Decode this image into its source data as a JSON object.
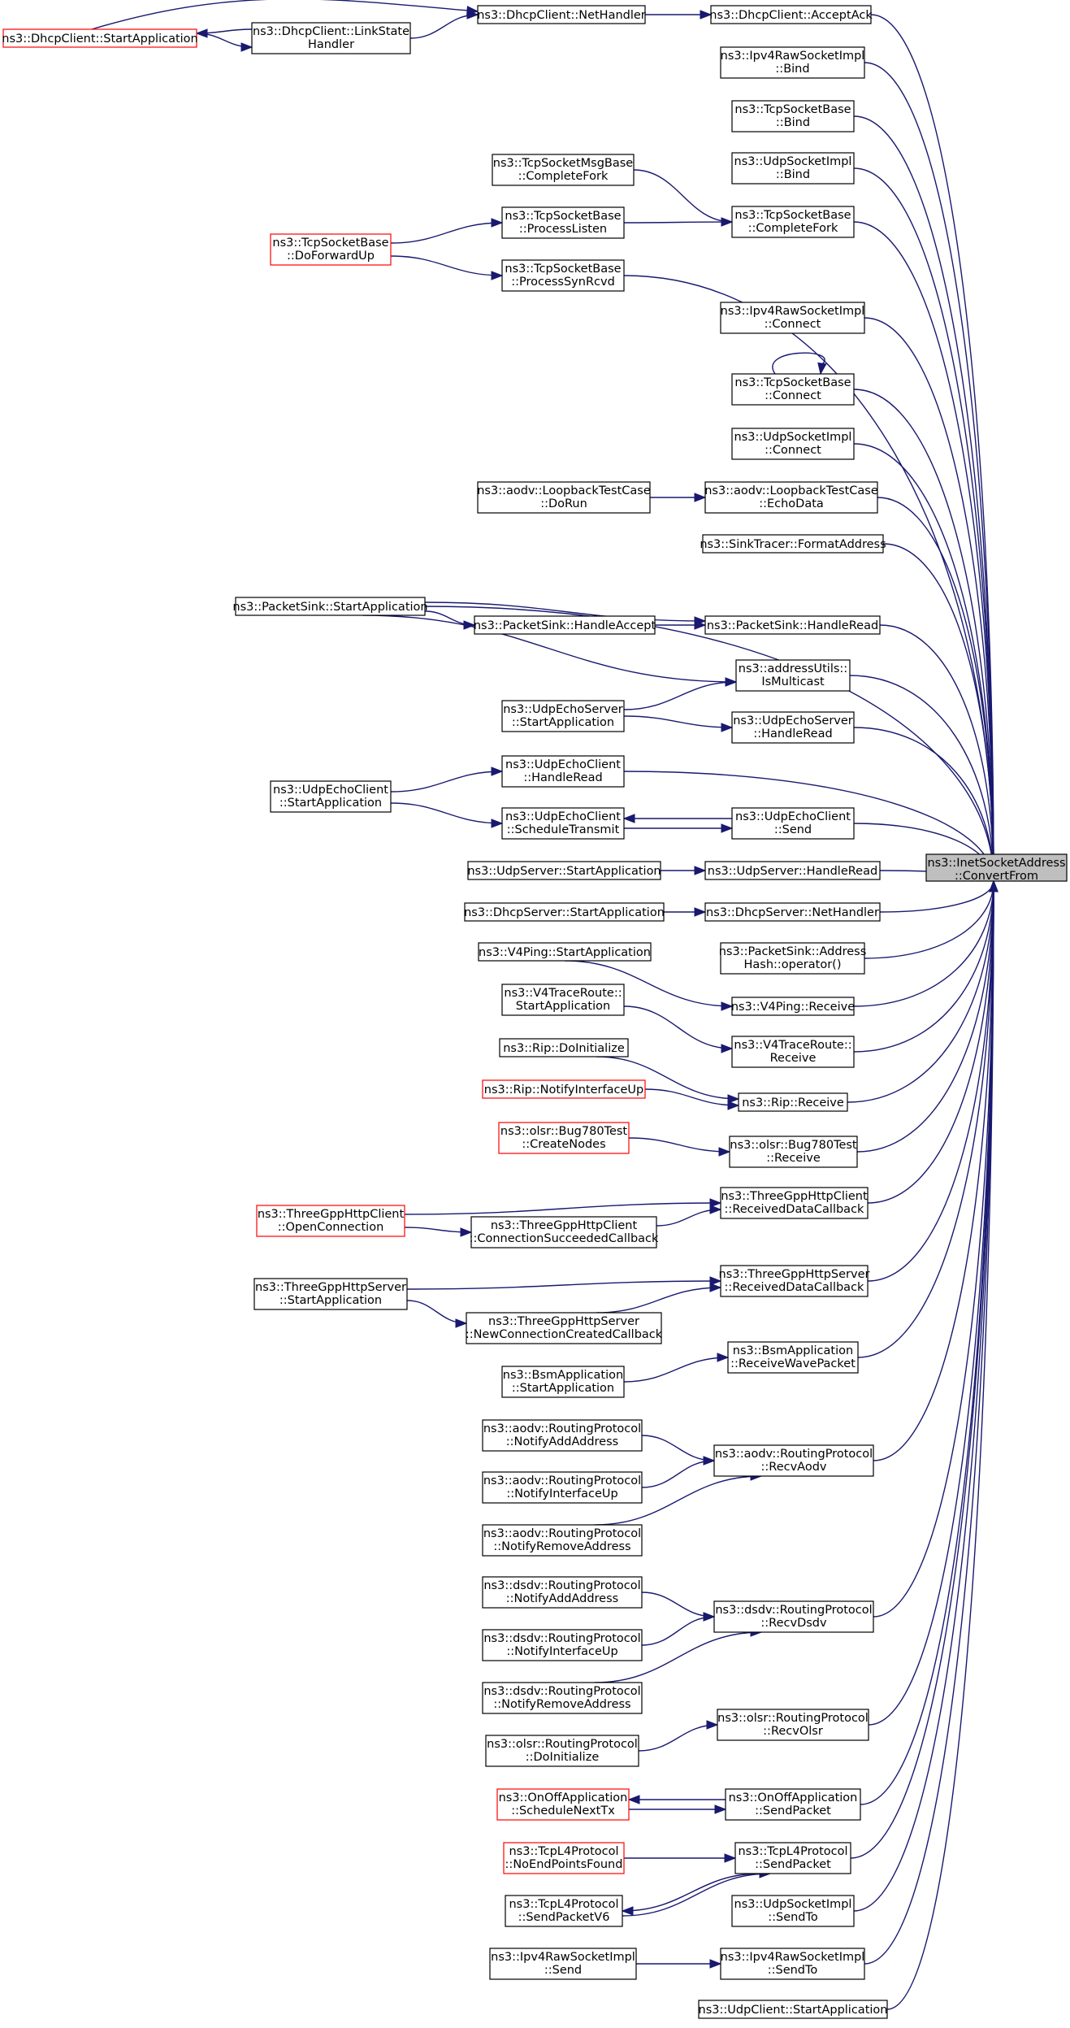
{
  "theme": {
    "edge": "#191970",
    "node_border": "#000000",
    "root_fill": "#bfbfbf",
    "truncated_border": "#ff0000"
  },
  "nodes": {
    "root": {
      "lines": [
        "ns3::InetSocketAddress",
        "::ConvertFrom"
      ]
    },
    "dhcp_acceptack": {
      "lines": [
        "ns3::DhcpClient::AcceptAck"
      ]
    },
    "dhcp_nethandler": {
      "lines": [
        "ns3::DhcpClient::NetHandler"
      ]
    },
    "dhcp_linkstate": {
      "lines": [
        "ns3::DhcpClient::LinkState",
        "Handler"
      ]
    },
    "dhcp_startapp": {
      "lines": [
        "ns3::DhcpClient::StartApplication"
      ]
    },
    "ipv4raw_bind": {
      "lines": [
        "ns3::Ipv4RawSocketImpl",
        "::Bind"
      ]
    },
    "tcpbase_bind": {
      "lines": [
        "ns3::TcpSocketBase",
        "::Bind"
      ]
    },
    "udpsock_bind": {
      "lines": [
        "ns3::UdpSocketImpl",
        "::Bind"
      ]
    },
    "tcpmsg_completefork": {
      "lines": [
        "ns3::TcpSocketMsgBase",
        "::CompleteFork"
      ]
    },
    "tcpbase_completefork": {
      "lines": [
        "ns3::TcpSocketBase",
        "::CompleteFork"
      ]
    },
    "tcpbase_processlisten": {
      "lines": [
        "ns3::TcpSocketBase",
        "::ProcessListen"
      ]
    },
    "tcpbase_doforwardup": {
      "lines": [
        "ns3::TcpSocketBase",
        "::DoForwardUp"
      ]
    },
    "tcpbase_processsynrcvd": {
      "lines": [
        "ns3::TcpSocketBase",
        "::ProcessSynRcvd"
      ]
    },
    "ipv4raw_connect": {
      "lines": [
        "ns3::Ipv4RawSocketImpl",
        "::Connect"
      ]
    },
    "tcpbase_connect": {
      "lines": [
        "ns3::TcpSocketBase",
        "::Connect"
      ]
    },
    "udpsock_connect": {
      "lines": [
        "ns3::UdpSocketImpl",
        "::Connect"
      ]
    },
    "aodv_loopback_dorun": {
      "lines": [
        "ns3::aodv::LoopbackTestCase",
        "::DoRun"
      ]
    },
    "aodv_loopback_echodata": {
      "lines": [
        "ns3::aodv::LoopbackTestCase",
        "::EchoData"
      ]
    },
    "sinktracer_format": {
      "lines": [
        "ns3::SinkTracer::FormatAddress"
      ]
    },
    "packetsink_startapp": {
      "lines": [
        "ns3::PacketSink::StartApplication"
      ]
    },
    "packetsink_handleaccept": {
      "lines": [
        "ns3::PacketSink::HandleAccept"
      ]
    },
    "packetsink_handleread": {
      "lines": [
        "ns3::PacketSink::HandleRead"
      ]
    },
    "addressutils_ismulticast": {
      "lines": [
        "ns3::addressUtils::",
        "IsMulticast"
      ]
    },
    "udpechoserver_startapp": {
      "lines": [
        "ns3::UdpEchoServer",
        "::StartApplication"
      ]
    },
    "udpechoserver_handleread": {
      "lines": [
        "ns3::UdpEchoServer",
        "::HandleRead"
      ]
    },
    "udpechoclient_handleread": {
      "lines": [
        "ns3::UdpEchoClient",
        "::HandleRead"
      ]
    },
    "udpechoclient_startapp": {
      "lines": [
        "ns3::UdpEchoClient",
        "::StartApplication"
      ]
    },
    "udpechoclient_schedule": {
      "lines": [
        "ns3::UdpEchoClient",
        "::ScheduleTransmit"
      ]
    },
    "udpechoclient_send": {
      "lines": [
        "ns3::UdpEchoClient",
        "::Send"
      ]
    },
    "udpserver_startapp": {
      "lines": [
        "ns3::UdpServer::StartApplication"
      ]
    },
    "udpserver_handleread": {
      "lines": [
        "ns3::UdpServer::HandleRead"
      ]
    },
    "dhcpserver_startapp": {
      "lines": [
        "ns3::DhcpServer::StartApplication"
      ]
    },
    "dhcpserver_nethandler": {
      "lines": [
        "ns3::DhcpServer::NetHandler"
      ]
    },
    "packetsink_addresshash": {
      "lines": [
        "ns3::PacketSink::Address",
        "Hash::operator()"
      ]
    },
    "v4ping_startapp": {
      "lines": [
        "ns3::V4Ping::StartApplication"
      ]
    },
    "v4ping_receive": {
      "lines": [
        "ns3::V4Ping::Receive"
      ]
    },
    "v4traceroute_startapp": {
      "lines": [
        "ns3::V4TraceRoute::",
        "StartApplication"
      ]
    },
    "v4traceroute_receive": {
      "lines": [
        "ns3::V4TraceRoute::",
        "Receive"
      ]
    },
    "rip_doinitialize": {
      "lines": [
        "ns3::Rip::DoInitialize"
      ]
    },
    "rip_notifyinterfaceup": {
      "lines": [
        "ns3::Rip::NotifyInterfaceUp"
      ]
    },
    "rip_receive": {
      "lines": [
        "ns3::Rip::Receive"
      ]
    },
    "bug780_createnodes": {
      "lines": [
        "ns3::olsr::Bug780Test",
        "::CreateNodes"
      ]
    },
    "bug780_receive": {
      "lines": [
        "ns3::olsr::Bug780Test",
        "::Receive"
      ]
    },
    "httpclient_received": {
      "lines": [
        "ns3::ThreeGppHttpClient",
        "::ReceivedDataCallback"
      ]
    },
    "httpclient_openconnection": {
      "lines": [
        "ns3::ThreeGppHttpClient",
        "::OpenConnection"
      ]
    },
    "httpclient_connsucceeded": {
      "lines": [
        "ns3::ThreeGppHttpClient",
        "::ConnectionSucceededCallback"
      ]
    },
    "httpserver_received": {
      "lines": [
        "ns3::ThreeGppHttpServer",
        "::ReceivedDataCallback"
      ]
    },
    "httpserver_startapp": {
      "lines": [
        "ns3::ThreeGppHttpServer",
        "::StartApplication"
      ]
    },
    "httpserver_newconn": {
      "lines": [
        "ns3::ThreeGppHttpServer",
        "::NewConnectionCreatedCallback"
      ]
    },
    "bsm_receivewave": {
      "lines": [
        "ns3::BsmApplication",
        "::ReceiveWavePacket"
      ]
    },
    "bsm_startapp": {
      "lines": [
        "ns3::BsmApplication",
        "::StartApplication"
      ]
    },
    "aodv_notifyaddaddress": {
      "lines": [
        "ns3::aodv::RoutingProtocol",
        "::NotifyAddAddress"
      ]
    },
    "aodv_recvaodv": {
      "lines": [
        "ns3::aodv::RoutingProtocol",
        "::RecvAodv"
      ]
    },
    "aodv_notifyinterfaceup": {
      "lines": [
        "ns3::aodv::RoutingProtocol",
        "::NotifyInterfaceUp"
      ]
    },
    "aodv_notifyremoveaddress": {
      "lines": [
        "ns3::aodv::RoutingProtocol",
        "::NotifyRemoveAddress"
      ]
    },
    "dsdv_notifyaddaddress": {
      "lines": [
        "ns3::dsdv::RoutingProtocol",
        "::NotifyAddAddress"
      ]
    },
    "dsdv_recvdsdv": {
      "lines": [
        "ns3::dsdv::RoutingProtocol",
        "::RecvDsdv"
      ]
    },
    "dsdv_notifyinterfaceup": {
      "lines": [
        "ns3::dsdv::RoutingProtocol",
        "::NotifyInterfaceUp"
      ]
    },
    "dsdv_notifyremoveaddress": {
      "lines": [
        "ns3::dsdv::RoutingProtocol",
        "::NotifyRemoveAddress"
      ]
    },
    "olsr_recvolsr": {
      "lines": [
        "ns3::olsr::RoutingProtocol",
        "::RecvOlsr"
      ]
    },
    "olsr_doinitialize": {
      "lines": [
        "ns3::olsr::RoutingProtocol",
        "::DoInitialize"
      ]
    },
    "onoff_schedulenexttx": {
      "lines": [
        "ns3::OnOffApplication",
        "::ScheduleNextTx"
      ]
    },
    "onoff_sendpacket": {
      "lines": [
        "ns3::OnOffApplication",
        "::SendPacket"
      ]
    },
    "tcpl4_noendpoints": {
      "lines": [
        "ns3::TcpL4Protocol",
        "::NoEndPointsFound"
      ]
    },
    "tcpl4_sendpacket": {
      "lines": [
        "ns3::TcpL4Protocol",
        "::SendPacket"
      ]
    },
    "tcpl4_sendpacketv6": {
      "lines": [
        "ns3::TcpL4Protocol",
        "::SendPacketV6"
      ]
    },
    "udpsock_sendto": {
      "lines": [
        "ns3::UdpSocketImpl",
        "::SendTo"
      ]
    },
    "ipv4raw_send": {
      "lines": [
        "ns3::Ipv4RawSocketImpl",
        "::Send"
      ]
    },
    "ipv4raw_sendto": {
      "lines": [
        "ns3::Ipv4RawSocketImpl",
        "::SendTo"
      ]
    },
    "udpclient_startapp": {
      "lines": [
        "ns3::UdpClient::StartApplication"
      ]
    }
  },
  "edges": [
    [
      "dhcp_acceptack",
      "root"
    ],
    [
      "ipv4raw_bind",
      "root"
    ],
    [
      "tcpbase_bind",
      "root"
    ],
    [
      "udpsock_bind",
      "root"
    ],
    [
      "tcpbase_completefork",
      "root"
    ],
    [
      "tcpbase_processsynrcvd",
      "root"
    ],
    [
      "ipv4raw_connect",
      "root"
    ],
    [
      "tcpbase_connect",
      "root"
    ],
    [
      "udpsock_connect",
      "root"
    ],
    [
      "aodv_loopback_echodata",
      "root"
    ],
    [
      "sinktracer_format",
      "root"
    ],
    [
      "packetsink_startapp",
      "root"
    ],
    [
      "packetsink_handleread",
      "root"
    ],
    [
      "addressutils_ismulticast",
      "root"
    ],
    [
      "udpechoserver_handleread",
      "root"
    ],
    [
      "udpechoclient_handleread",
      "root"
    ],
    [
      "udpechoclient_send",
      "root"
    ],
    [
      "udpserver_handleread",
      "root"
    ],
    [
      "dhcpserver_nethandler",
      "root"
    ],
    [
      "packetsink_addresshash",
      "root"
    ],
    [
      "v4ping_receive",
      "root"
    ],
    [
      "v4traceroute_receive",
      "root"
    ],
    [
      "rip_receive",
      "root"
    ],
    [
      "bug780_receive",
      "root"
    ],
    [
      "httpclient_received",
      "root"
    ],
    [
      "httpserver_received",
      "root"
    ],
    [
      "bsm_receivewave",
      "root"
    ],
    [
      "aodv_recvaodv",
      "root"
    ],
    [
      "dsdv_recvdsdv",
      "root"
    ],
    [
      "olsr_recvolsr",
      "root"
    ],
    [
      "onoff_sendpacket",
      "root"
    ],
    [
      "tcpl4_sendpacket",
      "root"
    ],
    [
      "udpsock_sendto",
      "root"
    ],
    [
      "ipv4raw_sendto",
      "root"
    ],
    [
      "udpclient_startapp",
      "root"
    ],
    [
      "dhcp_nethandler",
      "dhcp_acceptack"
    ],
    [
      "dhcp_linkstate",
      "dhcp_nethandler"
    ],
    [
      "dhcp_startapp",
      "dhcp_nethandler"
    ],
    [
      "dhcp_startapp",
      "dhcp_linkstate"
    ],
    [
      "dhcp_linkstate",
      "dhcp_startapp"
    ],
    [
      "tcpmsg_completefork",
      "tcpbase_completefork"
    ],
    [
      "tcpbase_processlisten",
      "tcpbase_completefork"
    ],
    [
      "tcpbase_doforwardup",
      "tcpbase_processlisten"
    ],
    [
      "tcpbase_doforwardup",
      "tcpbase_processsynrcvd"
    ],
    [
      "tcpbase_connect",
      "tcpbase_connect"
    ],
    [
      "aodv_loopback_dorun",
      "aodv_loopback_echodata"
    ],
    [
      "packetsink_startapp",
      "packetsink_handleaccept"
    ],
    [
      "packetsink_startapp",
      "packetsink_handleread"
    ],
    [
      "packetsink_handleaccept",
      "packetsink_handleread"
    ],
    [
      "packetsink_startapp",
      "addressutils_ismulticast"
    ],
    [
      "udpechoserver_startapp",
      "addressutils_ismulticast"
    ],
    [
      "udpechoserver_startapp",
      "udpechoserver_handleread"
    ],
    [
      "udpechoclient_startapp",
      "udpechoclient_handleread"
    ],
    [
      "udpechoclient_startapp",
      "udpechoclient_schedule"
    ],
    [
      "udpechoclient_send",
      "udpechoclient_schedule"
    ],
    [
      "udpechoclient_schedule",
      "udpechoclient_send"
    ],
    [
      "udpserver_startapp",
      "udpserver_handleread"
    ],
    [
      "dhcpserver_startapp",
      "dhcpserver_nethandler"
    ],
    [
      "v4ping_startapp",
      "v4ping_receive"
    ],
    [
      "v4traceroute_startapp",
      "v4traceroute_receive"
    ],
    [
      "rip_doinitialize",
      "rip_receive"
    ],
    [
      "rip_notifyinterfaceup",
      "rip_receive"
    ],
    [
      "bug780_createnodes",
      "bug780_receive"
    ],
    [
      "httpclient_openconnection",
      "httpclient_received"
    ],
    [
      "httpclient_openconnection",
      "httpclient_connsucceeded"
    ],
    [
      "httpclient_connsucceeded",
      "httpclient_received"
    ],
    [
      "httpserver_startapp",
      "httpserver_received"
    ],
    [
      "httpserver_startapp",
      "httpserver_newconn"
    ],
    [
      "httpserver_newconn",
      "httpserver_received"
    ],
    [
      "bsm_startapp",
      "bsm_receivewave"
    ],
    [
      "aodv_notifyaddaddress",
      "aodv_recvaodv"
    ],
    [
      "aodv_notifyinterfaceup",
      "aodv_recvaodv"
    ],
    [
      "aodv_notifyremoveaddress",
      "aodv_recvaodv"
    ],
    [
      "dsdv_notifyaddaddress",
      "dsdv_recvdsdv"
    ],
    [
      "dsdv_notifyinterfaceup",
      "dsdv_recvdsdv"
    ],
    [
      "dsdv_notifyremoveaddress",
      "dsdv_recvdsdv"
    ],
    [
      "olsr_doinitialize",
      "olsr_recvolsr"
    ],
    [
      "onoff_sendpacket",
      "onoff_schedulenexttx"
    ],
    [
      "onoff_schedulenexttx",
      "onoff_sendpacket"
    ],
    [
      "tcpl4_noendpoints",
      "tcpl4_sendpacket"
    ],
    [
      "tcpl4_sendpacket",
      "tcpl4_sendpacketv6"
    ],
    [
      "tcpl4_sendpacketv6",
      "tcpl4_sendpacket"
    ],
    [
      "ipv4raw_send",
      "ipv4raw_sendto"
    ]
  ]
}
